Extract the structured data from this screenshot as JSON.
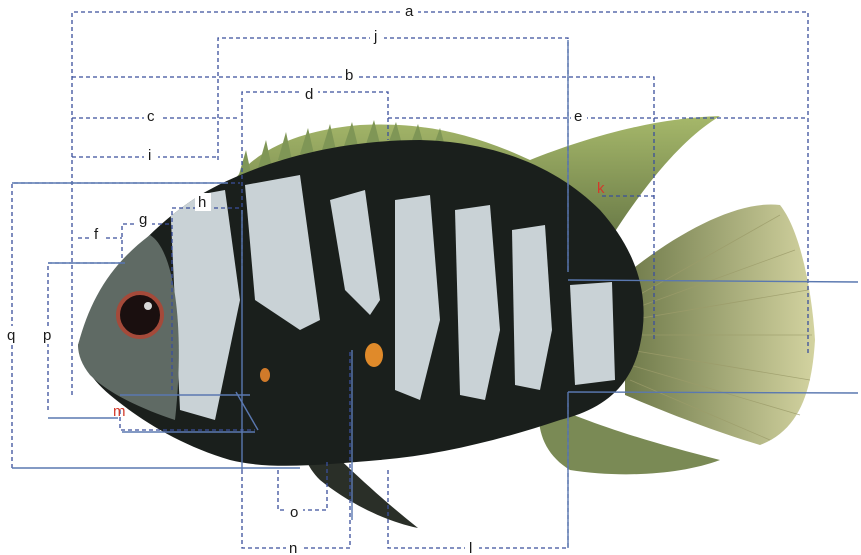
{
  "diagram": {
    "labels": {
      "a": "a",
      "b": "b",
      "c": "c",
      "d": "d",
      "e": "e",
      "f": "f",
      "g": "g",
      "h": "h",
      "i": "i",
      "j": "j",
      "k": "k",
      "l": "l",
      "m": "m",
      "n": "n",
      "o": "o",
      "p": "p",
      "q": "q"
    },
    "colors": {
      "dashed_line": "#3a4f9c",
      "solid_line": "#5a78b0",
      "fish_dark": "#121614",
      "fish_light": "#c9d2d6",
      "fin_green": "#8a9a55",
      "tail_yellow": "#c8c890",
      "accent_red": "#d23a2a"
    }
  }
}
